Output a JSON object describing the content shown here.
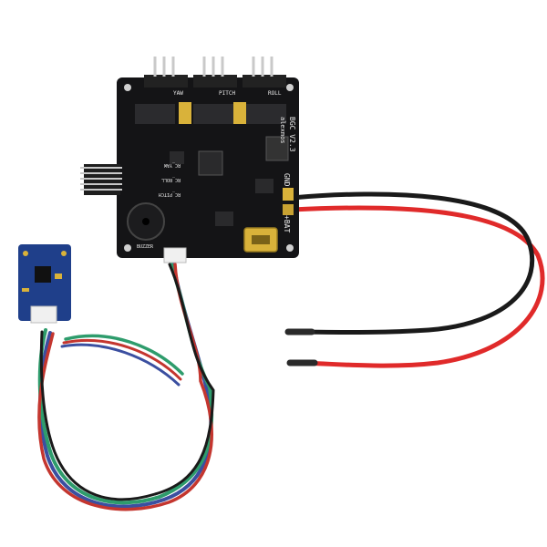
{
  "photo": {
    "board": {
      "colors": {
        "pcb": "#141416",
        "silkscreen": "#e8e8e8",
        "gold_pad": "#d9b23a"
      },
      "servo_header_labels": [
        "YAW",
        "PITCH",
        "ROLL"
      ],
      "version_label": "BGC V2.3",
      "brand_label": "alexmos",
      "power_labels": [
        "GND",
        "+BAT"
      ],
      "aux_labels": [
        "RC_YAW",
        "RC_ROLL",
        "RC_PITCH"
      ],
      "buzzer_label": "BUZZER"
    },
    "sensor": {
      "colors": {
        "pcb": "#1f3f8a"
      }
    },
    "wires": {
      "colors": {
        "power_red": "#e02a2a",
        "power_black": "#1a1a1a",
        "green": "#2e9c6c",
        "blue": "#3b4fa0",
        "red": "#c4362f"
      }
    }
  }
}
